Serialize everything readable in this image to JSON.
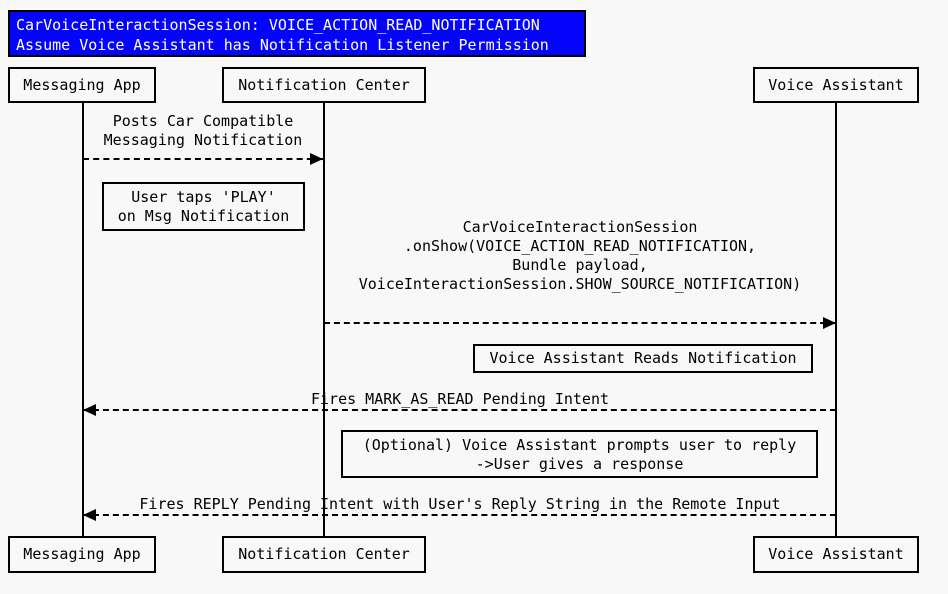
{
  "diagram": {
    "type": "sequence-diagram",
    "title": {
      "lines": [
        "CarVoiceInteractionSession: VOICE_ACTION_READ_NOTIFICATION",
        "Assume Voice Assistant has Notification Listener Permission"
      ]
    },
    "participants": {
      "messaging_app": "Messaging App",
      "notification_center": "Notification Center",
      "voice_assistant": "Voice Assistant"
    },
    "messages": [
      {
        "from": "messaging_app",
        "to": "notification_center",
        "style": "dashed",
        "label_lines": [
          "Posts Car Compatible",
          "Messaging Notification"
        ]
      },
      {
        "from": "notification_center",
        "to": "voice_assistant",
        "style": "dashed",
        "label_lines": [
          "CarVoiceInteractionSession",
          ".onShow(VOICE_ACTION_READ_NOTIFICATION,",
          "Bundle payload,",
          "VoiceInteractionSession.SHOW_SOURCE_NOTIFICATION)"
        ]
      },
      {
        "from": "voice_assistant",
        "to": "messaging_app",
        "style": "dashed",
        "label_lines": [
          "Fires MARK_AS_READ Pending Intent"
        ]
      },
      {
        "from": "voice_assistant",
        "to": "messaging_app",
        "style": "dashed",
        "label_lines": [
          "Fires REPLY Pending Intent with User's Reply String in the Remote Input"
        ]
      }
    ],
    "notes": [
      {
        "near": "messaging_app",
        "lines": [
          "User taps 'PLAY'",
          "on Msg Notification"
        ]
      },
      {
        "near": "voice_assistant",
        "lines": [
          "Voice Assistant Reads Notification"
        ]
      },
      {
        "near": "voice_assistant",
        "lines": [
          "(Optional) Voice Assistant prompts user to reply",
          "->User gives a response"
        ]
      }
    ],
    "colors": {
      "title_bg": "#0404fa",
      "title_text": "#ffffff",
      "background": "#f8f8f8",
      "box_fill": "#f8f8f8",
      "box_border": "#000000",
      "line": "#000000",
      "text": "#000000"
    }
  }
}
